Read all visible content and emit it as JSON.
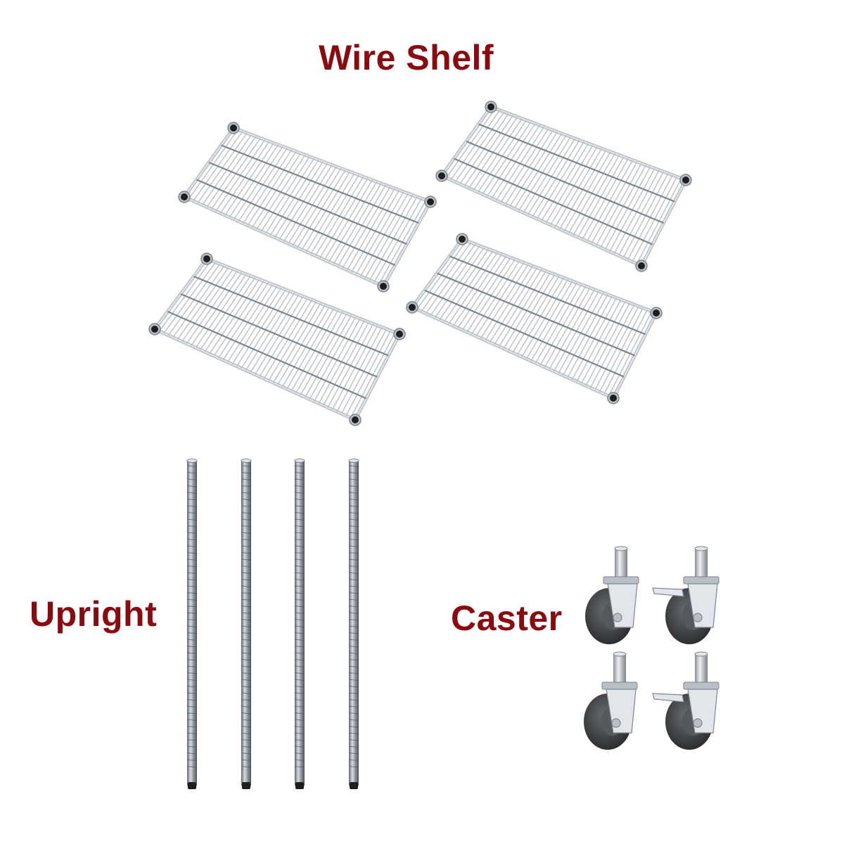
{
  "labels": {
    "wire_shelf": "Wire Shelf",
    "upright": "Upright",
    "caster": "Caster"
  },
  "colors": {
    "label": "#8b0a10",
    "chrome_light": "#e2e6ea",
    "chrome_mid": "#b9bfc6",
    "chrome_dark": "#7e858d",
    "wheel": "#3c3e42",
    "foot": "#1e1e1e"
  },
  "items": {
    "wire_shelves": {
      "count": 4,
      "icon": "wire-shelf-icon"
    },
    "uprights": {
      "count": 4,
      "icon": "upright-post-icon"
    },
    "casters": {
      "count": 4,
      "icon": "caster-wheel-icon"
    }
  }
}
